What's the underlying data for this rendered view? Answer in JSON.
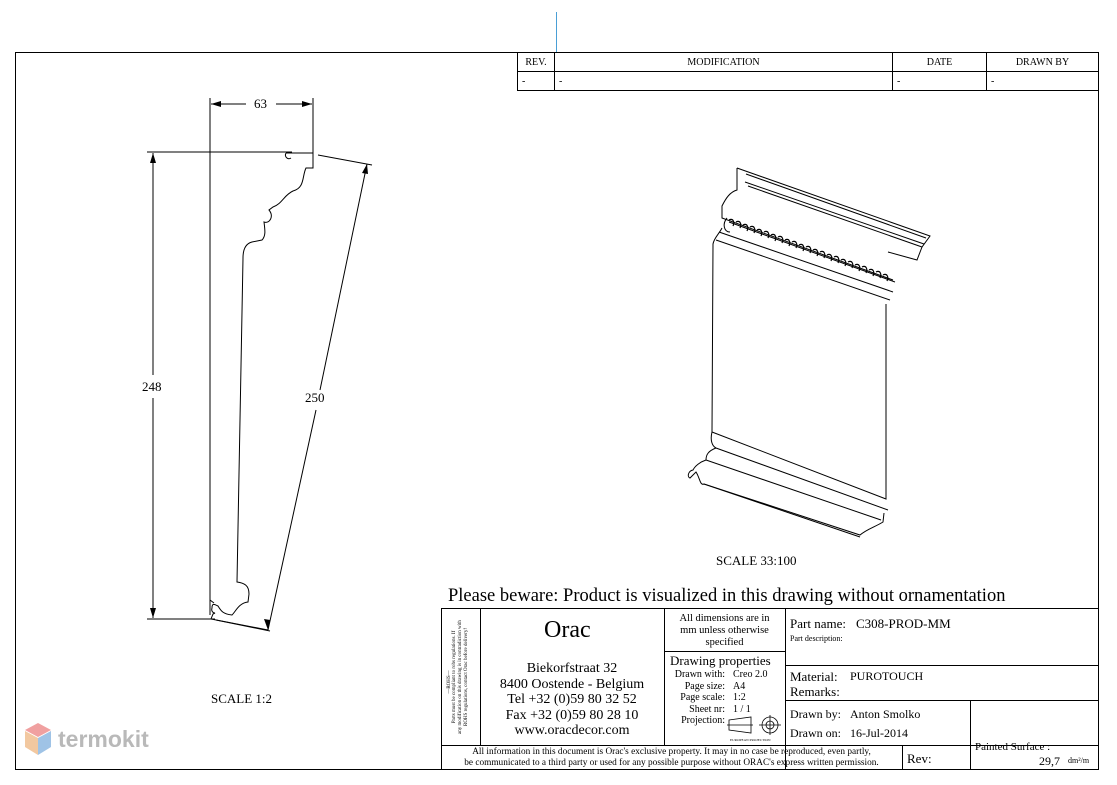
{
  "revision_table": {
    "headers": [
      "REV.",
      "MODIFICATION",
      "DATE",
      "DRAWN BY"
    ],
    "row": [
      "-",
      "-",
      "-",
      "-"
    ]
  },
  "profile_view": {
    "dim_width": "63",
    "dim_height": "248",
    "dim_diagonal": "250",
    "scale": "SCALE  1:2"
  },
  "iso_view": {
    "scale": "SCALE  33:100"
  },
  "notice": "Please beware: Product is visualized in this drawing without ornamentation",
  "title_block": {
    "rohs_note_1": "Parts must be compliant to rohs regulations. If",
    "rohs_note_2": "any modification on this drawing is in contradiction with",
    "rohs_note_3": "ROHS regulations, contact Orac before delivery!",
    "rohs_tag": "—ROHS—",
    "company": "Orac",
    "address_1": "Biekorfstraat 32",
    "address_2": "8400 Oostende - Belgium",
    "tel": "Tel   +32 (0)59 80 32 52",
    "fax": "Fax   +32 (0)59 80 28 10",
    "web": "www.oracdecor.com",
    "dims_note_1": "All dimensions are in",
    "dims_note_2": "mm unless otherwise",
    "dims_note_3": "specified",
    "props_title": "Drawing properties",
    "drawn_with_label": "Drawn with:",
    "drawn_with": "Creo 2.0",
    "page_size_label": "Page size:",
    "page_size": "A4",
    "page_scale_label": "Page scale:",
    "page_scale": "1:2",
    "sheet_label": "Sheet nr:",
    "sheet": "1 / 1",
    "projection_label": "Projection:",
    "projection_caption": "EUROPEAN PROJECTION",
    "part_name_label": "Part name:",
    "part_name": "C308-PROD-MM",
    "part_desc_label": "Part description:",
    "material_label": "Material:",
    "material": "PUROTOUCH",
    "remarks_label": "Remarks:",
    "drawn_by_label": "Drawn by:",
    "drawn_by": "Anton Smolko",
    "drawn_on_label": "Drawn on:",
    "drawn_on": "16-Jul-2014",
    "painted_surface_label": "Painted Surface :",
    "painted_surface_value": "29,7",
    "painted_surface_unit": "dm²/m",
    "rev_label": "Rev:",
    "legal_1": "All information in this document is Orac's exclusive property.  It may in no case be reproduced, even partly,",
    "legal_2": "be communicated to a third party or used for any possible purpose without ORAC's express written permission."
  },
  "watermark": {
    "text": "termokit",
    "colors": [
      "#f0a0a0",
      "#9fc3e6",
      "#f2c8a0"
    ]
  }
}
